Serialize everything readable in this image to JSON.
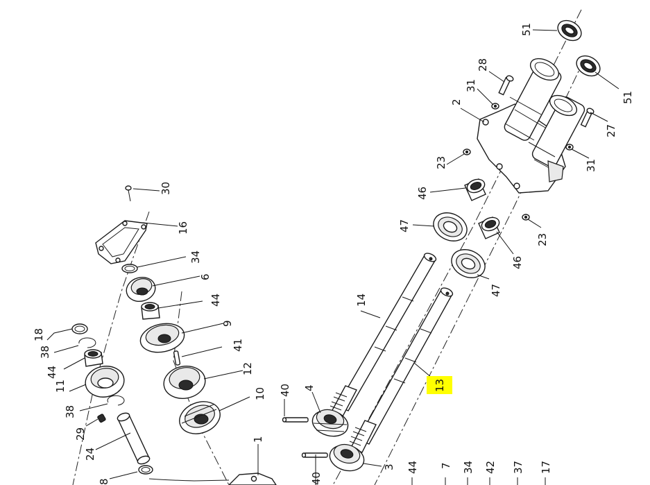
{
  "diagram": {
    "highlight_color": "#ffff00",
    "labels": {
      "p51a": "51",
      "p51b": "51",
      "p28": "28",
      "p31a": "31",
      "p2": "2",
      "p27": "27",
      "p31b": "31",
      "p23a": "23",
      "p23b": "23",
      "p46a": "46",
      "p46b": "46",
      "p47a": "47",
      "p47b": "47",
      "p30": "30",
      "p16": "16",
      "p34a": "34",
      "p6": "6",
      "p44a": "44",
      "p9": "9",
      "p41": "41",
      "p12": "12",
      "p10": "10",
      "p18": "18",
      "p38a": "38",
      "p44b": "44",
      "p11": "11",
      "p38b": "38",
      "p29": "29",
      "p24": "24",
      "p8": "8",
      "p14": "14",
      "p13": "13",
      "p40a": "40",
      "p40b": "40",
      "p4": "4",
      "p1": "1",
      "p3": "3",
      "p44c": "44",
      "p7": "7",
      "p34b": "34",
      "p42": "42",
      "p37": "37",
      "p17": "17"
    }
  }
}
